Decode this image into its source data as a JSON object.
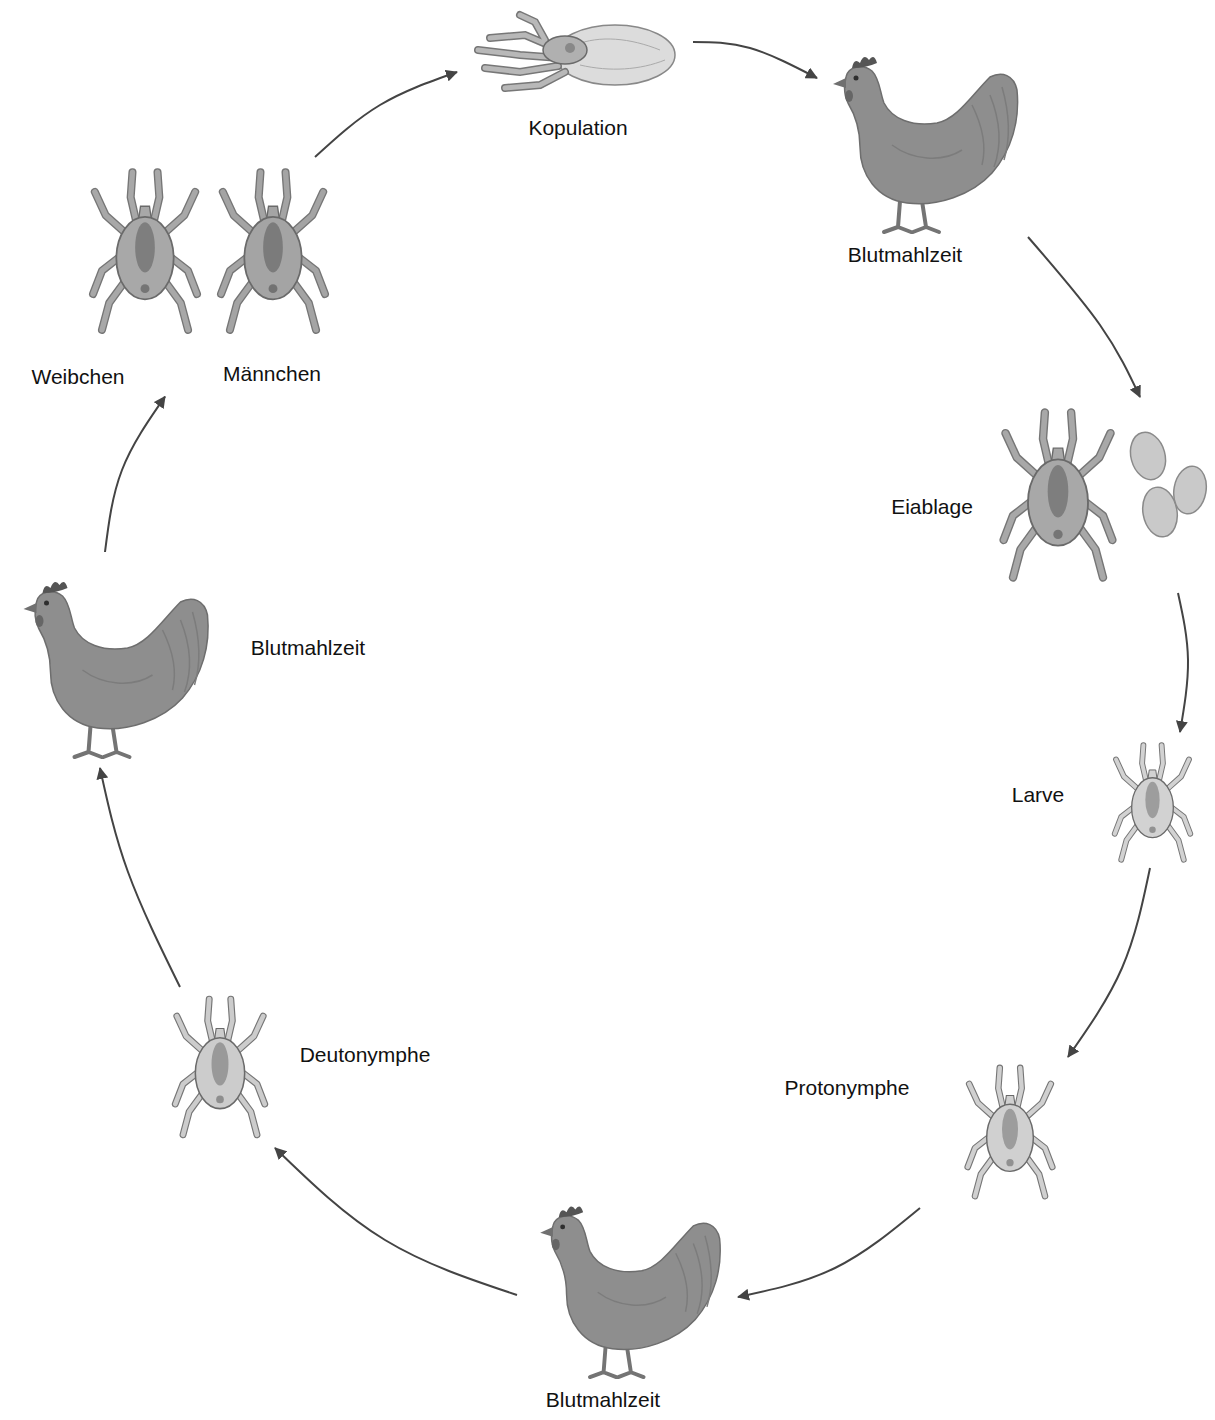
{
  "diagram": {
    "nodes": [
      {
        "text": [
          "Kopulation"
        ]
      },
      {
        "text": [
          "Blutmahlzeit"
        ]
      },
      {
        "text": [
          "Eiablage"
        ]
      },
      {
        "text": [
          "Larve"
        ]
      },
      {
        "text": [
          "Protonymphe"
        ]
      },
      {
        "text": [
          "Blutmahlzeit"
        ]
      },
      {
        "text": [
          "Deutonymphe"
        ]
      },
      {
        "text": [
          "Blutmahlzeit"
        ]
      },
      {
        "text": [
          "Weibchen",
          "Männchen"
        ]
      }
    ],
    "edges": [
      {
        "from": 0,
        "to": 1,
        "arrow": "to"
      },
      {
        "from": 1,
        "to": 2,
        "arrow": "to"
      },
      {
        "from": 2,
        "to": 3,
        "arrow": "to"
      },
      {
        "from": 3,
        "to": 4,
        "arrow": "to"
      },
      {
        "from": 4,
        "to": 5,
        "arrow": "to"
      },
      {
        "from": 5,
        "to": 6,
        "arrow": "to"
      },
      {
        "from": 6,
        "to": 7,
        "arrow": "to"
      },
      {
        "from": 7,
        "to": 8,
        "arrow": "to"
      },
      {
        "from": 8,
        "to": 0,
        "arrow": "to"
      }
    ]
  }
}
